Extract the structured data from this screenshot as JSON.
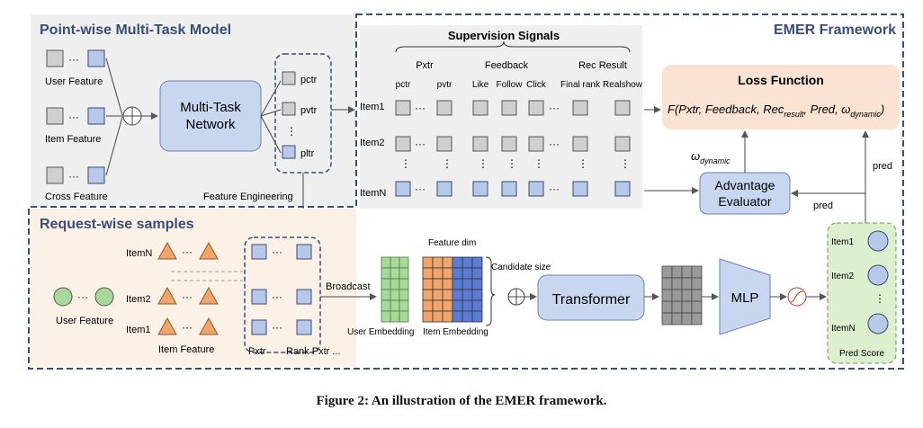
{
  "colors": {
    "box_blue": "#b7c9ea",
    "box_gray": "#cfcfcf",
    "orange": "#f2a56b",
    "green": "#a8d99a",
    "loss_bg": "#fbe3d3",
    "panel_gray": "#efefef",
    "request_bg": "#fcf1e6",
    "pred_bg": "#dcefcf",
    "stroke_dark": "#3e4a6b"
  },
  "pointwise": {
    "title": "Point-wise Multi-Task Model",
    "user_feature": "User Feature",
    "item_feature": "Item Feature",
    "cross_feature": "Cross Feature",
    "network_line1": "Multi-Task",
    "network_line2": "Network",
    "outputs": [
      "pctr",
      "pvtr",
      "pltr"
    ],
    "feature_engineering": "Feature Engineering",
    "dots": "···",
    "vdots": "⋮"
  },
  "emer": {
    "title": "EMER Framework",
    "supervision": "Supervision Signals",
    "group_pxtr": "Pxtr",
    "group_feedback": "Feedback",
    "group_rec": "Rec Result",
    "col_pctr": "pctr",
    "col_pvtr": "pvtr",
    "col_like": "Like",
    "col_follow": "Follow",
    "col_click": "Click",
    "col_final": "Final rank",
    "col_realshow": "Realshow",
    "rows": [
      "Item1",
      "Item2",
      "ItemN"
    ],
    "loss_title": "Loss Function",
    "loss_formula": "F(Pxtr, Feedback, Rec",
    "loss_sub": "result",
    "loss_formula2": ", Pred, ω",
    "loss_sub2": "dynamic",
    "omega": "ω",
    "omega_sub": "dynamic",
    "advantage_line1": "Advantage",
    "advantage_line2": "Evaluator",
    "pred": "pred"
  },
  "request": {
    "title": "Request-wise samples",
    "items": [
      "ItemN",
      "Item2",
      "Item1"
    ],
    "user_feature": "User Feature",
    "item_feature": "Item Feature",
    "pxtr": "Pxtr",
    "rank_pxtr": "Rank Pxtr ...",
    "broadcast": "Broadcast",
    "feature_dim": "Feature dim",
    "candidate_size": "Candidate size",
    "user_embedding": "User Embedding",
    "item_embedding": "Item Embedding",
    "transformer": "Transformer",
    "mlp": "MLP",
    "pred_items": [
      "Item1",
      "Item2",
      "ItemN"
    ],
    "pred_score": "Pred Score"
  },
  "caption": "Figure 2: An illustration of the EMER framework."
}
